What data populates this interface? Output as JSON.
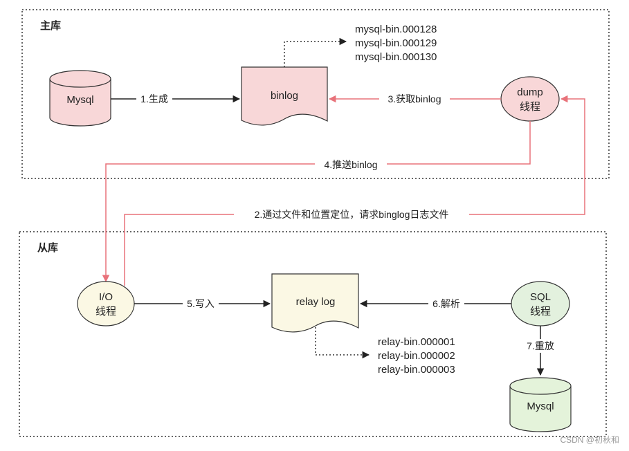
{
  "groups": {
    "master": {
      "title": "主库"
    },
    "slave": {
      "title": "从库"
    }
  },
  "nodes": {
    "master_db": {
      "label": "Mysql"
    },
    "binlog": {
      "label": "binlog"
    },
    "dump_thread": {
      "line1": "dump",
      "line2": "线程"
    },
    "io_thread": {
      "line1": "I/O",
      "line2": "线程"
    },
    "relay_log": {
      "label": "relay log"
    },
    "sql_thread": {
      "line1": "SQL",
      "line2": "线程"
    },
    "slave_db": {
      "label": "Mysql"
    }
  },
  "edges": {
    "e1": "1.生成",
    "e2": "2.通过文件和位置定位，请求binglog日志文件",
    "e3": "3.获取binlog",
    "e4": "4.推送binlog",
    "e5": "5.写入",
    "e6": "6.解析",
    "e7": "7.重放"
  },
  "binlog_files": [
    "mysql-bin.000128",
    "mysql-bin.000129",
    "mysql-bin.000130"
  ],
  "relay_files": [
    "relay-bin.000001",
    "relay-bin.000002",
    "relay-bin.000003"
  ],
  "watermark": "CSDN @初秋和",
  "colors": {
    "master_fill": "#f8d7d8",
    "slave_fill": "#fbf8e4",
    "sql_fill": "#e3f1de",
    "db_fill": "#e4f3da",
    "red_line": "#e8727a",
    "black_line": "#222222"
  }
}
